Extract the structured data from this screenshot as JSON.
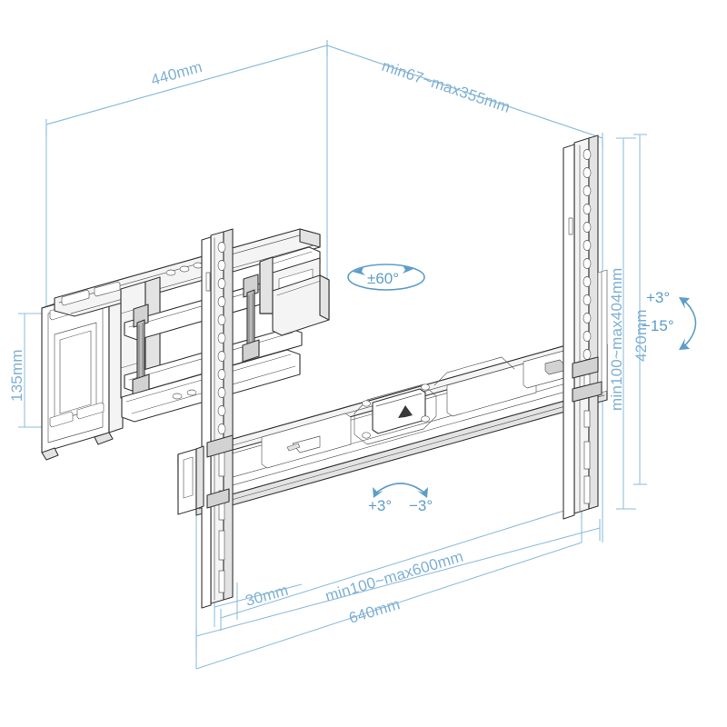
{
  "drawing": {
    "title": "Full-motion TV wall mount dimension drawing",
    "view": "isometric technical line drawing",
    "line_color": "#3a3a3a",
    "dimension_color": "#8fbedd",
    "dimension_text_color": "#7fb0d4",
    "angle_text_color": "#5d9dc9",
    "background": "#ffffff"
  },
  "dimensions": {
    "depth_top_left": "440mm",
    "extension_top_right": "min67~max355mm",
    "plate_height_left": "135mm",
    "vesa_height_right": "min100~max404mm",
    "rail_height_right": "420mm",
    "arm_offset_bottom": "30mm",
    "vesa_width_bottom": "min100~max600mm",
    "overall_width_bottom": "640mm"
  },
  "angles": {
    "swivel": "±60°",
    "tilt_up": "+3°",
    "tilt_down": "−15°",
    "roll_left": "+3°",
    "roll_right": "−3°"
  },
  "markings": {
    "center_plate_arrow": "▲"
  },
  "icons": {
    "swivel_rotation": "ellipse-rotation-arrow-icon",
    "tilt_rotation": "vertical-arc-arrow-icon",
    "roll_rotation": "horizontal-arc-arrow-icon",
    "up_arrow": "up-arrow-icon"
  }
}
